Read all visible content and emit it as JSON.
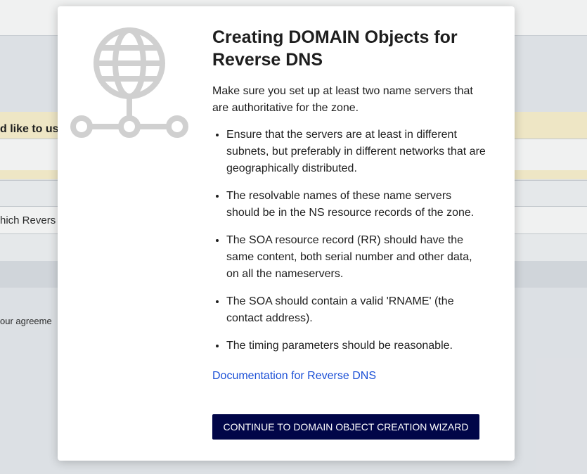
{
  "background": {
    "band_text": "d like to use",
    "row_text": "hich Revers",
    "footer_text": "our agreeme"
  },
  "modal": {
    "icon": "globe-network-icon",
    "title": "Creating DOMAIN Objects for Reverse DNS",
    "intro": "Make sure you set up at least two name servers that are authoritative for the zone.",
    "bullets": [
      "Ensure that the servers are at least in different subnets, but preferably in different networks that are geographically distributed.",
      "The resolvable names of these name servers should be in the NS resource records of the zone.",
      "The SOA resource record (RR) should have the same content, both serial number and other data, on all the nameservers.",
      "The SOA should contain a valid 'RNAME' (the contact address).",
      "The timing parameters should be reasonable."
    ],
    "doc_link": "Documentation for Reverse DNS",
    "continue_label": "CONTINUE TO DOMAIN OBJECT CREATION WIZARD"
  },
  "colors": {
    "icon_gray": "#d0d0d0",
    "link_blue": "#1a4fd6",
    "button_navy": "#010648",
    "band_yellow": "#fdf3d0"
  }
}
